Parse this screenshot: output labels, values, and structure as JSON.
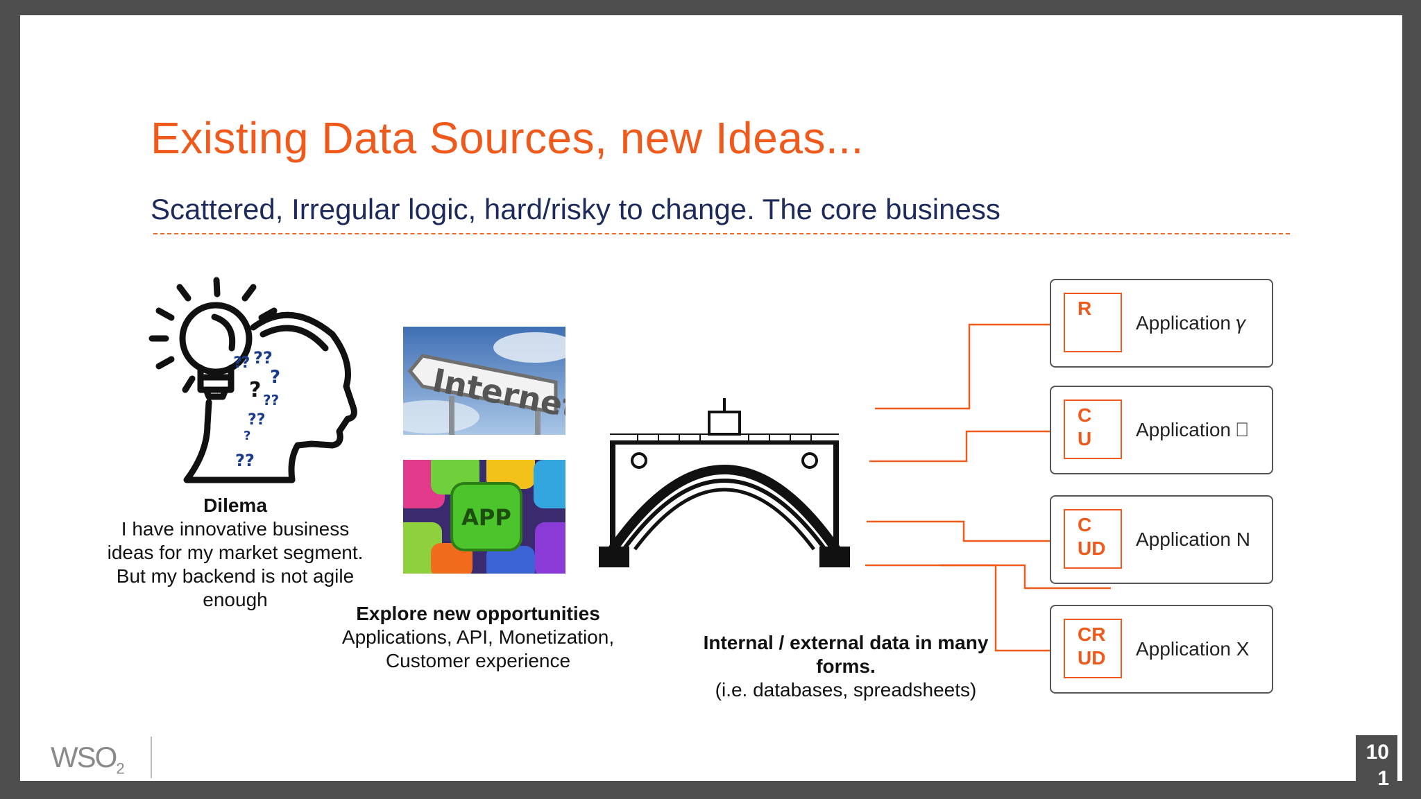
{
  "slide": {
    "title": "Existing Data Sources, new Ideas...",
    "subtitle": "Scattered, Irregular logic, hard/risky to change. The core business",
    "dilema": {
      "heading": "Dilema",
      "body": "I have innovative business ideas for my market segment. But my backend is not agile enough"
    },
    "explore": {
      "heading": "Explore new opportunities",
      "body": "Applications, API, Monetization, Customer experience"
    },
    "data": {
      "heading": "Internal / external data in many forms.",
      "body": "(i.e. databases, spreadsheets)"
    },
    "internet_sign_text": "Internet",
    "app_tile_text": "APP",
    "apps": [
      {
        "crud": "R",
        "label": "Application 𝛾"
      },
      {
        "crud": "C\nU",
        "label": "Application ⎕"
      },
      {
        "crud": "C\nUD",
        "label": "Application N"
      },
      {
        "crud": "CR\nUD",
        "label": "Application X"
      }
    ],
    "logo": {
      "main": "WSO",
      "sub": "2"
    },
    "page_number": "101"
  },
  "colors": {
    "accent": "#ef5a1c",
    "subtitle": "#1c2a5c",
    "frame": "#4e4e4e"
  },
  "icons": [
    "lightbulb-head-icon",
    "bridge-icon",
    "internet-sign-image",
    "app-tiles-image"
  ]
}
